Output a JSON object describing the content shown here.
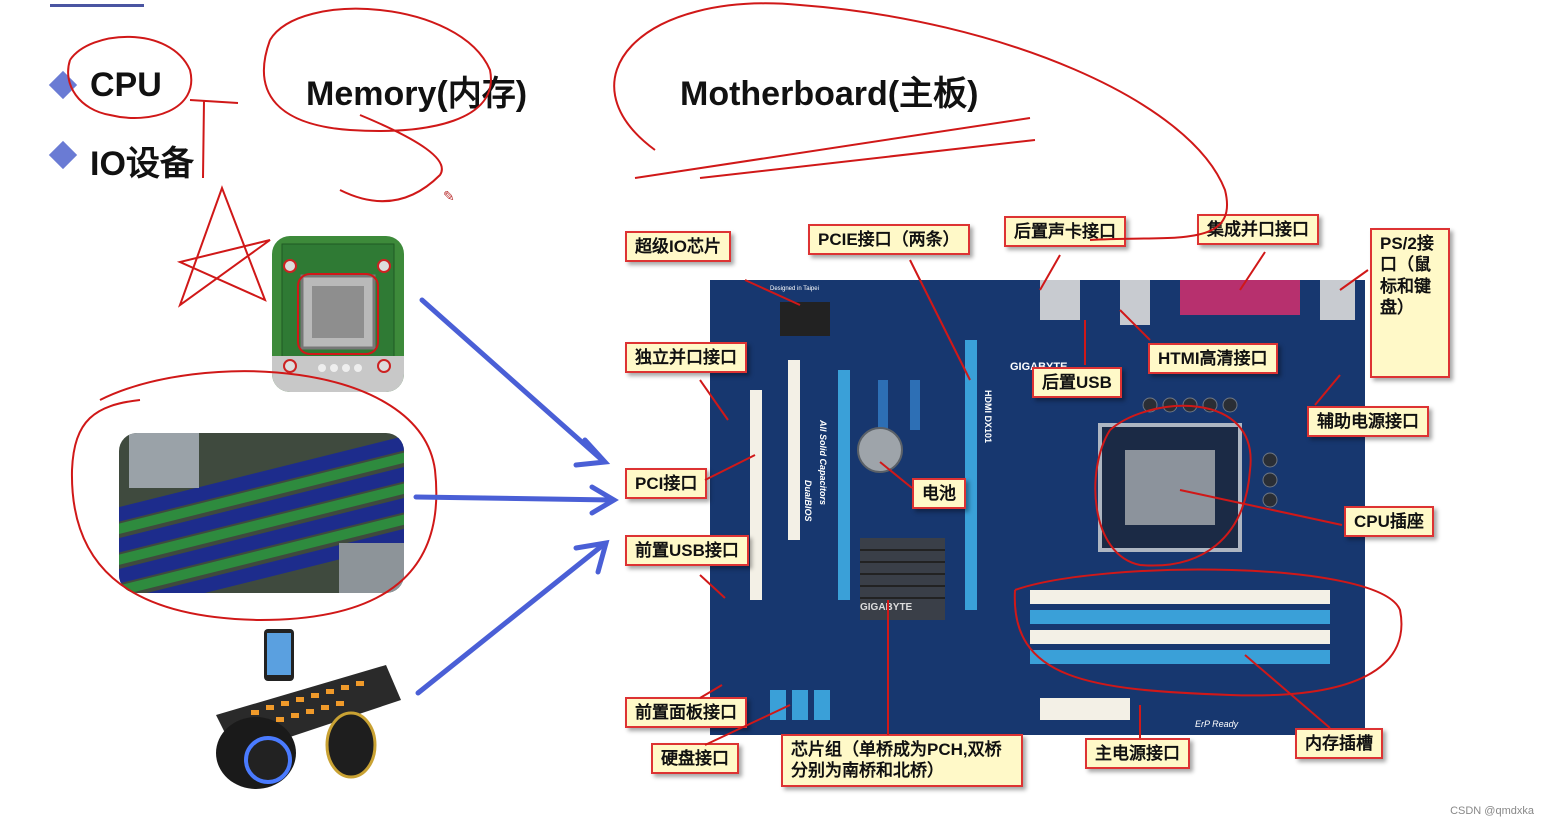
{
  "slide": {
    "headings": {
      "cpu": "CPU",
      "memory": "Memory(内存)",
      "motherboard": "Motherboard(主板)",
      "io": "IO设备"
    },
    "labels": {
      "super_io": "超级IO芯片",
      "pcie": "PCIE接口（两条）",
      "rear_audio": "后置声卡接口",
      "parallel_integrated": "集成并口接口",
      "ps2": "PS/2接口（鼠标和键盘）",
      "standalone_parallel": "独立并口接口",
      "rear_usb": "后置USB",
      "hdmi": "HTMI高清接口",
      "aux_power": "辅助电源接口",
      "pci": "PCI接口",
      "battery": "电池",
      "cpu_socket": "CPU插座",
      "front_usb": "前置USB接口",
      "front_panel": "前置面板接口",
      "disk": "硬盘接口",
      "chipset": "芯片组（单桥成为PCH,双桥分别为南桥和北桥）",
      "main_power": "主电源接口",
      "memory_slot": "内存插槽"
    },
    "board_text": {
      "brand": "GIGABYTE",
      "model": "HDMI DX101",
      "solid_caps": "All Solid Capacitors",
      "dual_bios": "DualBIOS",
      "designed": "Designed in Taipei",
      "erp": "ErP Ready"
    },
    "watermark": "CSDN @qmdxka"
  },
  "colors": {
    "accent_blue": "#4a5fd6",
    "annotation_red": "#d01818",
    "label_bg": "#fff9c8",
    "board_blue": "#17376f"
  }
}
